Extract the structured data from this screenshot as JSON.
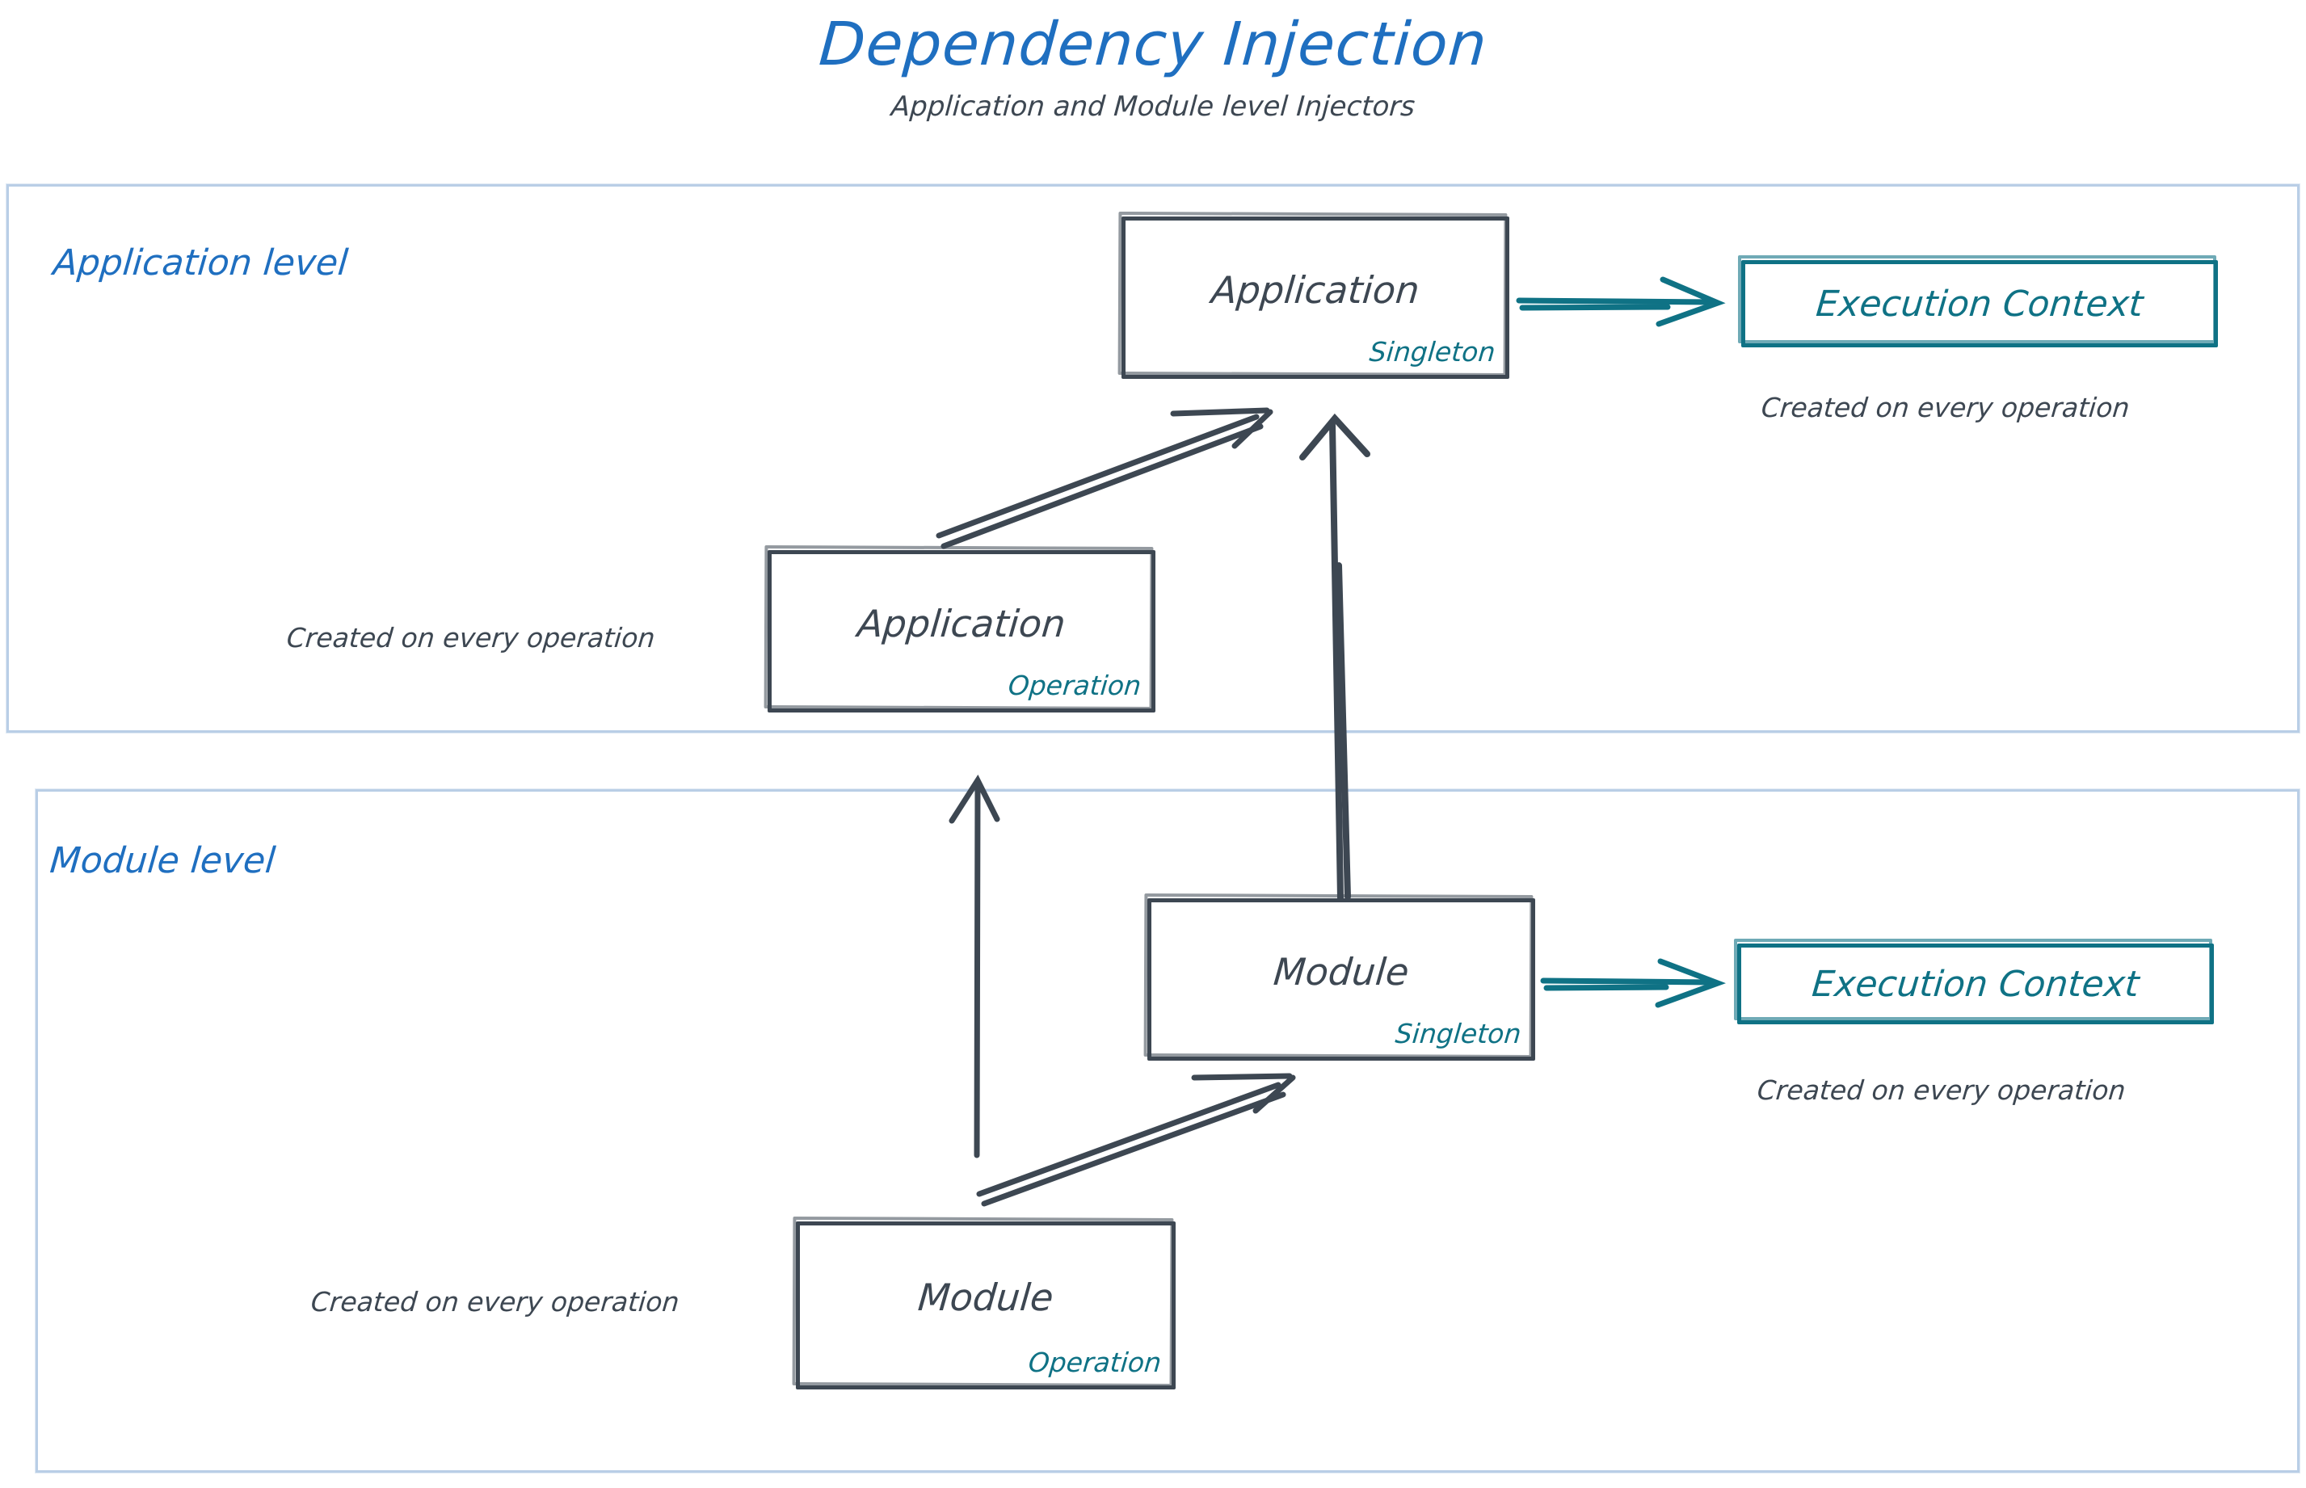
{
  "title": "Dependency Injection",
  "subtitle": "Application and Module level Injectors",
  "colors": {
    "heading_blue": "#1F6FC0",
    "ink_gray": "#3D4752",
    "accent_teal": "#0F7285",
    "container_border": "#B9CEE6"
  },
  "levels": [
    {
      "id": "application",
      "label": "Application level"
    },
    {
      "id": "module",
      "label": "Module level"
    }
  ],
  "nodes": {
    "app_singleton": {
      "title": "Application",
      "scope": "Singleton"
    },
    "app_operation": {
      "title": "Application",
      "scope": "Operation"
    },
    "module_singleton": {
      "title": "Module",
      "scope": "Singleton"
    },
    "module_operation": {
      "title": "Module",
      "scope": "Operation"
    }
  },
  "execution_contexts": {
    "application": {
      "label": "Execution Context",
      "caption": "Created on every operation"
    },
    "module": {
      "label": "Execution Context",
      "caption": "Created on every operation"
    }
  },
  "captions": {
    "app_operation": "Created on every operation",
    "module_operation": "Created on every operation"
  },
  "arrows": [
    {
      "name": "app-singleton-to-exec",
      "from": "app_singleton",
      "to": "application_execution_context",
      "color": "#0F7285"
    },
    {
      "name": "module-singleton-to-exec",
      "from": "module_singleton",
      "to": "module_execution_context",
      "color": "#0F7285"
    },
    {
      "name": "app-operation-to-app-singleton",
      "from": "app_operation",
      "to": "app_singleton",
      "color": "#3D4752"
    },
    {
      "name": "module-singleton-to-app-singleton",
      "from": "module_singleton",
      "to": "app_singleton",
      "color": "#3D4752"
    },
    {
      "name": "module-operation-to-app-operation",
      "from": "module_operation",
      "to": "app_operation",
      "color": "#3D4752"
    },
    {
      "name": "module-operation-to-module-singleton",
      "from": "module_operation",
      "to": "module_singleton",
      "color": "#3D4752"
    }
  ]
}
